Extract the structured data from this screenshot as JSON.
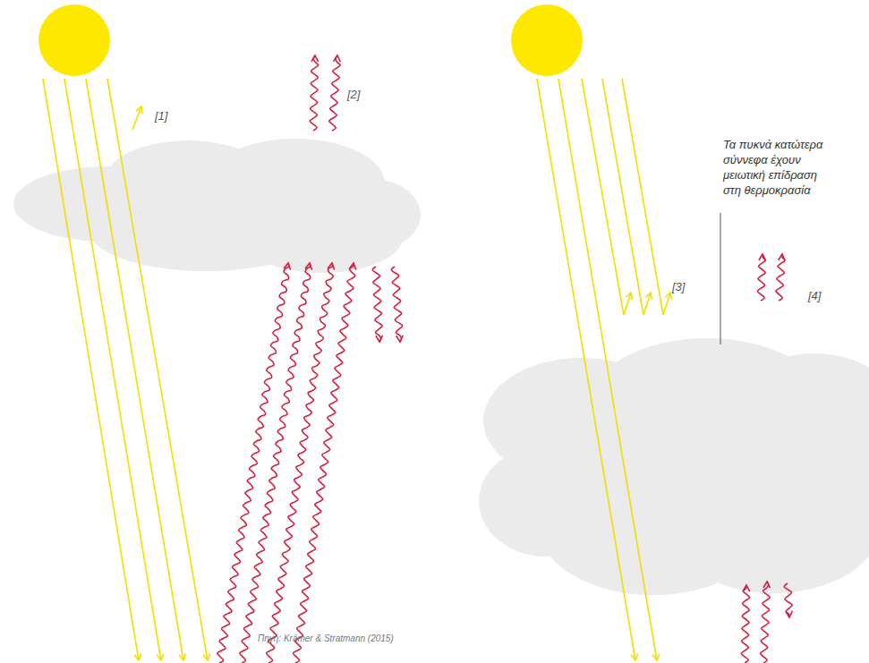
{
  "diagram": {
    "labels": [
      "[1]",
      "[2]",
      "[3]",
      "[4]",
      "Τα πυκνά κατώτερα σύννεφα έχουν μειωτική επίδραση στη θερμοκρασία",
      "Πηγή: Krämer & Stratmann (2015)"
    ]
  }
}
